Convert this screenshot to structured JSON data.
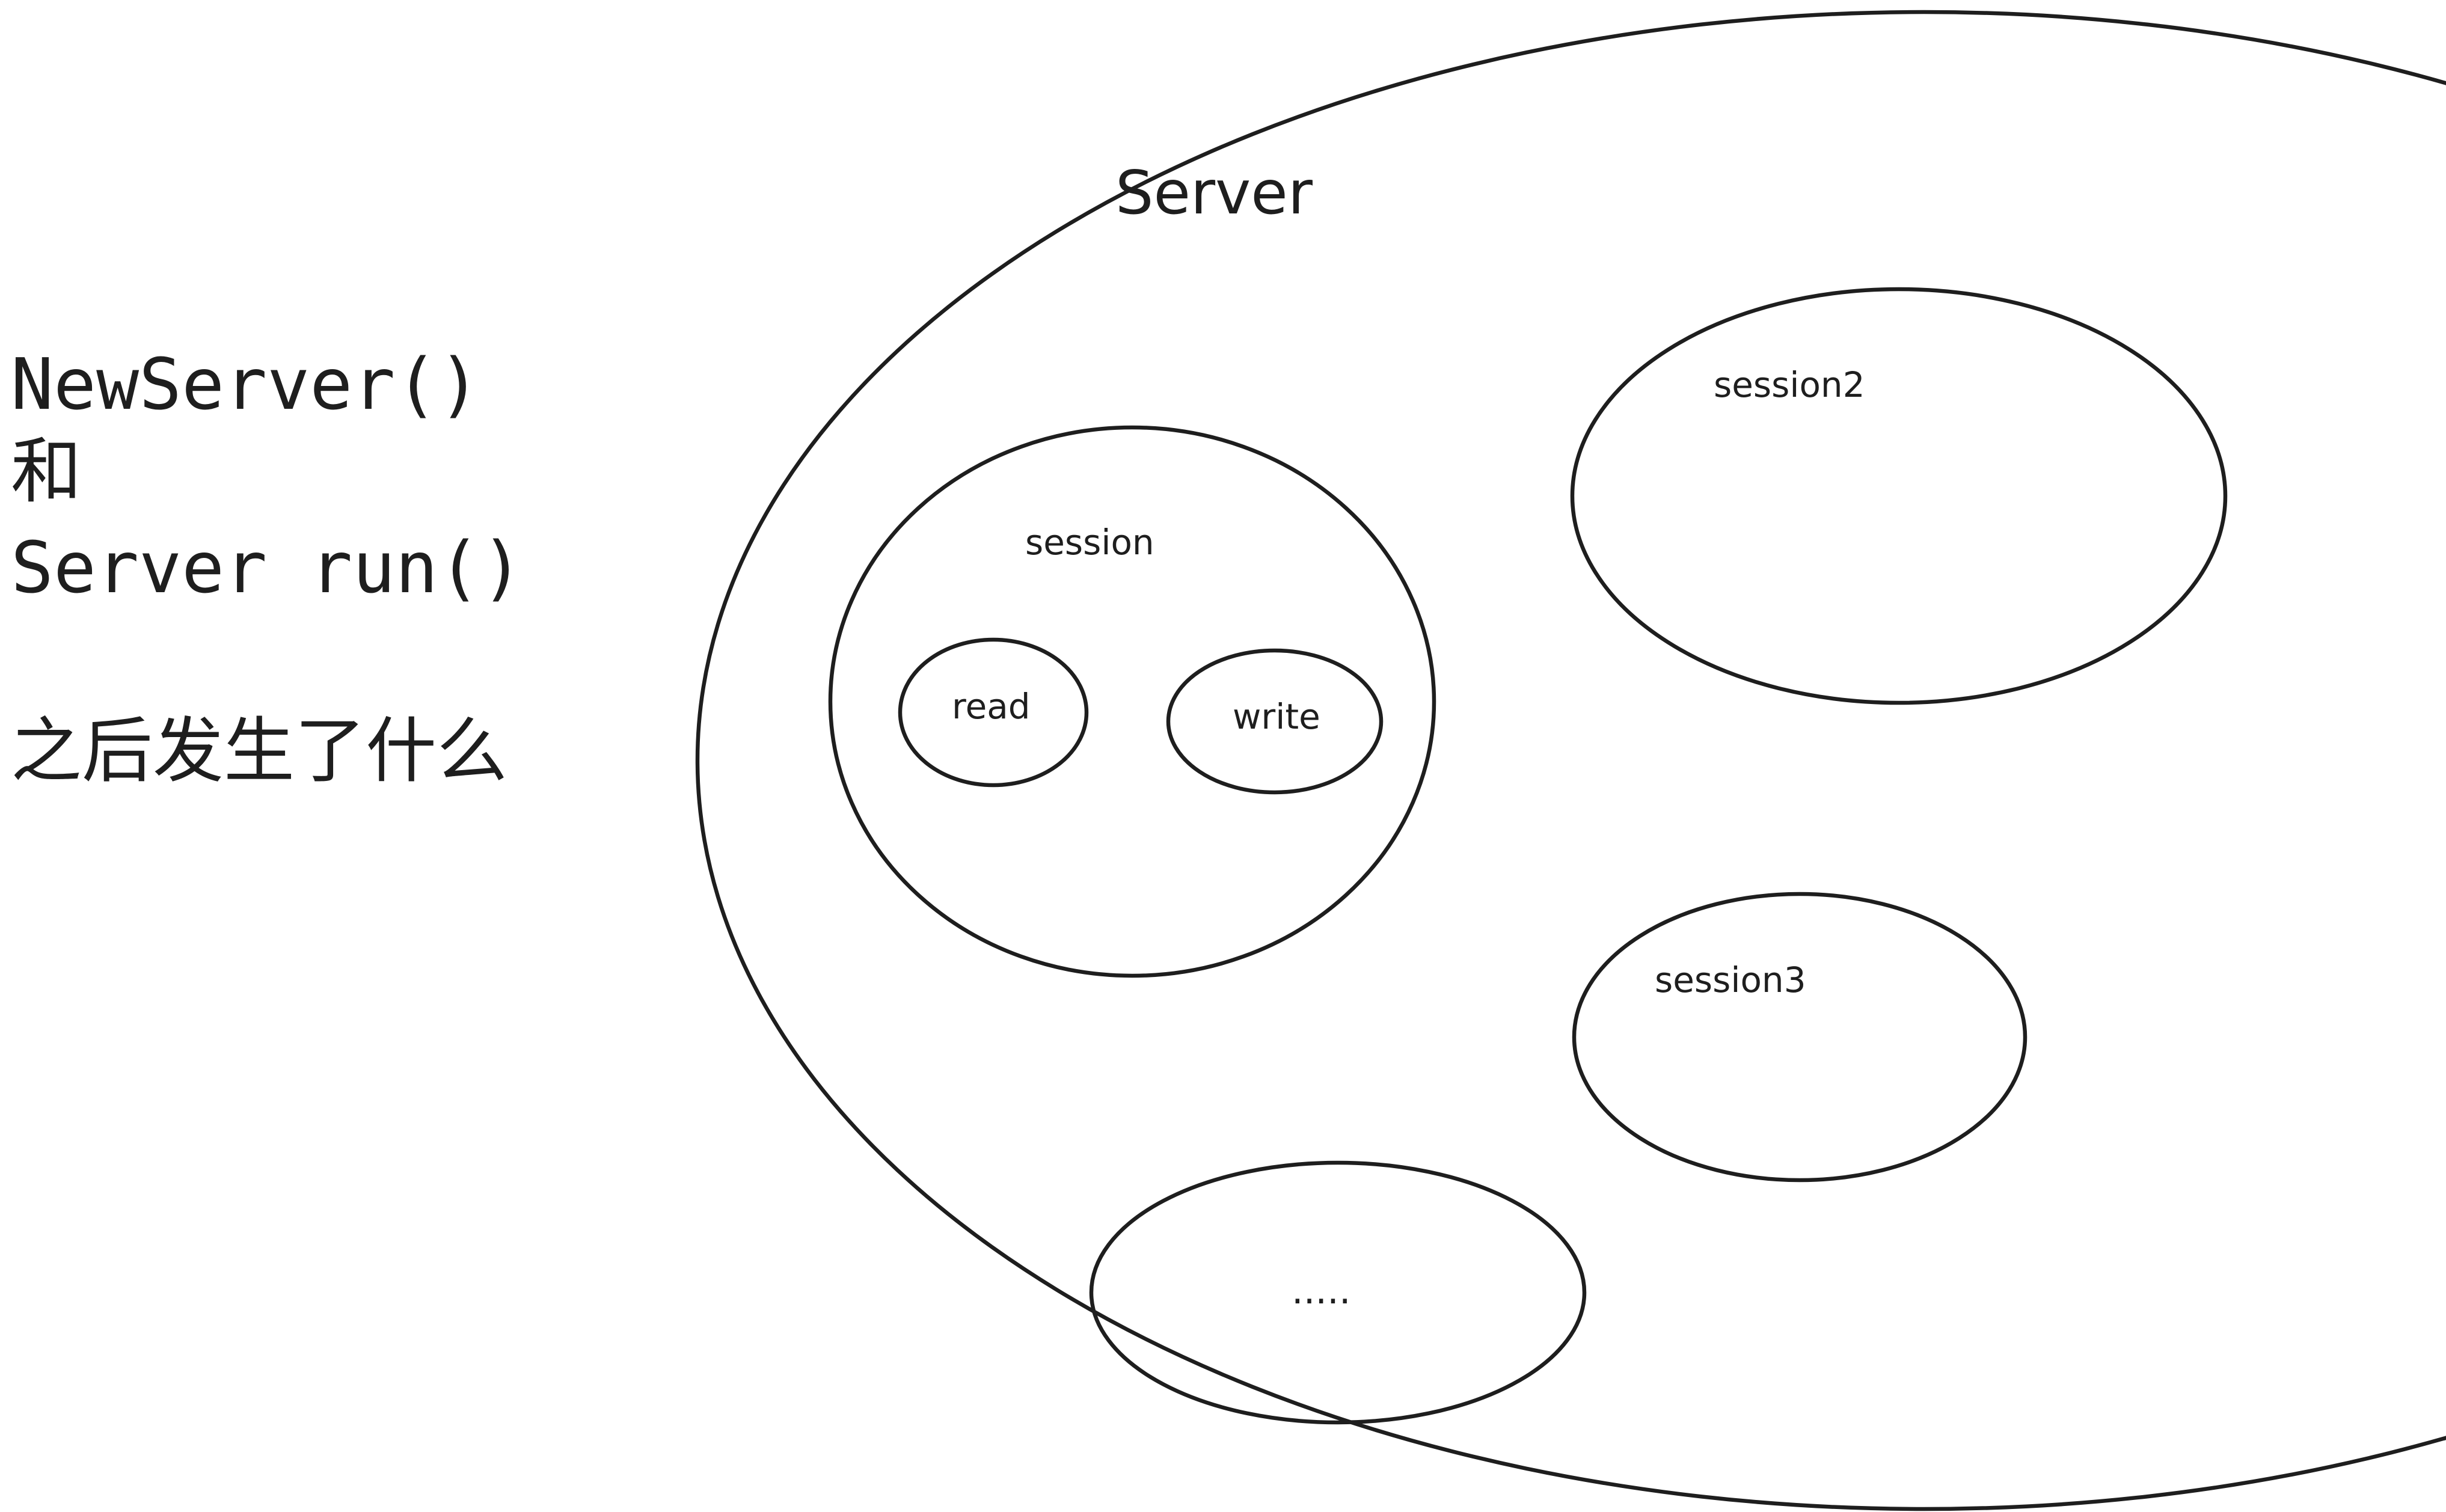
{
  "caption": {
    "line1": "NewServer()",
    "line2": "和",
    "line3": "Server run()",
    "line4": "之后发生了什么"
  },
  "server": {
    "label": "Server",
    "sessions": [
      {
        "label": "session",
        "children": [
          "read",
          "write"
        ]
      },
      {
        "label": "session2"
      },
      {
        "label": "session3"
      },
      {
        "label": "....."
      }
    ]
  }
}
